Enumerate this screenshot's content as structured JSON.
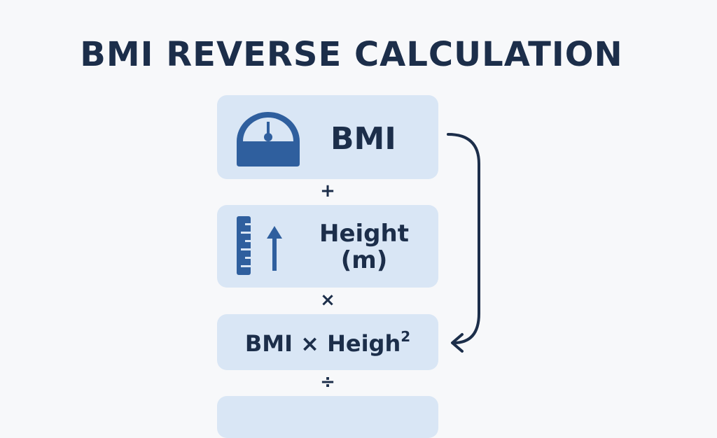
{
  "title": "BMI REVERSE CALCULATION",
  "boxes": {
    "bmi": {
      "label": "BMI",
      "icon": "scale-icon"
    },
    "height": {
      "label_line1": "Height",
      "label_line2": "(m)",
      "icon": "ruler-arrow-icon"
    },
    "formula": {
      "label": "BMI × Heigh",
      "superscript": "2"
    }
  },
  "operators": {
    "plus": "+",
    "times": "×",
    "divide": "÷"
  },
  "colors": {
    "box_fill": "#d9e6f5",
    "icon_blue": "#2f5f9e",
    "text_dark": "#1c2e4a",
    "background": "#f7f8fa"
  }
}
